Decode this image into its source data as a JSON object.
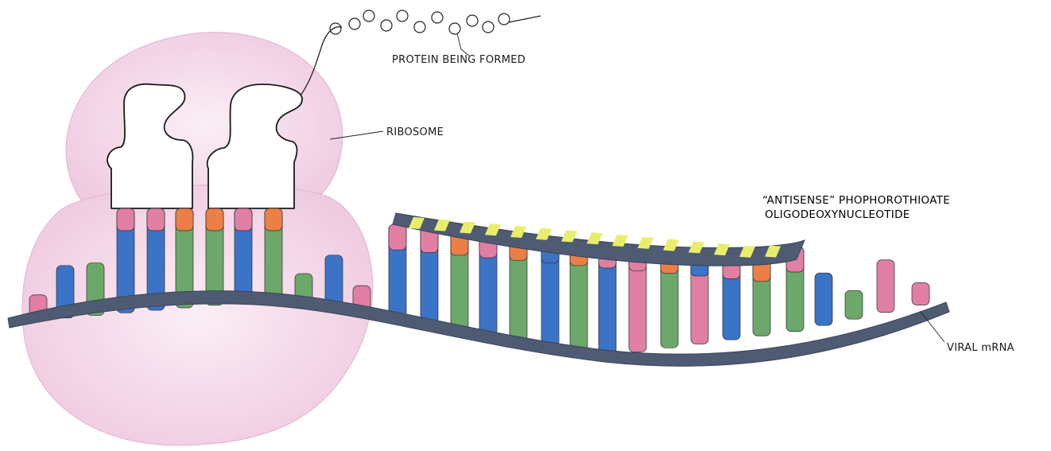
{
  "labels": {
    "protein": "PROTEIN BEING FORMED",
    "ribosome": "RIBOSOME",
    "antisense_line1": "“ANTISENSE” PHOPHOROTHIOATE",
    "antisense_line2": "OLIGODEOXYNUCLEOTIDE",
    "viral_mrna": "VIRAL mRNA"
  },
  "colors": {
    "ribosome_fill": "#f3d4e6",
    "backbone": "#4e5b73",
    "stripe": "#e9ee6a",
    "base_blue": "#3b74c6",
    "base_green": "#6ca86a",
    "base_pink": "#e07fa3",
    "base_orange": "#ec7f45"
  },
  "mrna_bases": [
    "pink",
    "blue",
    "green",
    "blue",
    "blue",
    "green",
    "green",
    "blue",
    "green",
    "green",
    "blue",
    "pink",
    "blue",
    "blue",
    "green",
    "blue",
    "green",
    "blue",
    "green",
    "blue",
    "pink",
    "green",
    "pink",
    "blue",
    "green",
    "green",
    "blue",
    "green",
    "pink"
  ],
  "trna_caps": [
    "pink",
    "pink",
    "orange",
    "orange",
    "pink",
    "orange"
  ],
  "antisense_caps": [
    "pink",
    "pink",
    "orange",
    "pink",
    "orange",
    "blue",
    "orange",
    "pink",
    "pink",
    "orange",
    "blue",
    "pink",
    "orange"
  ]
}
